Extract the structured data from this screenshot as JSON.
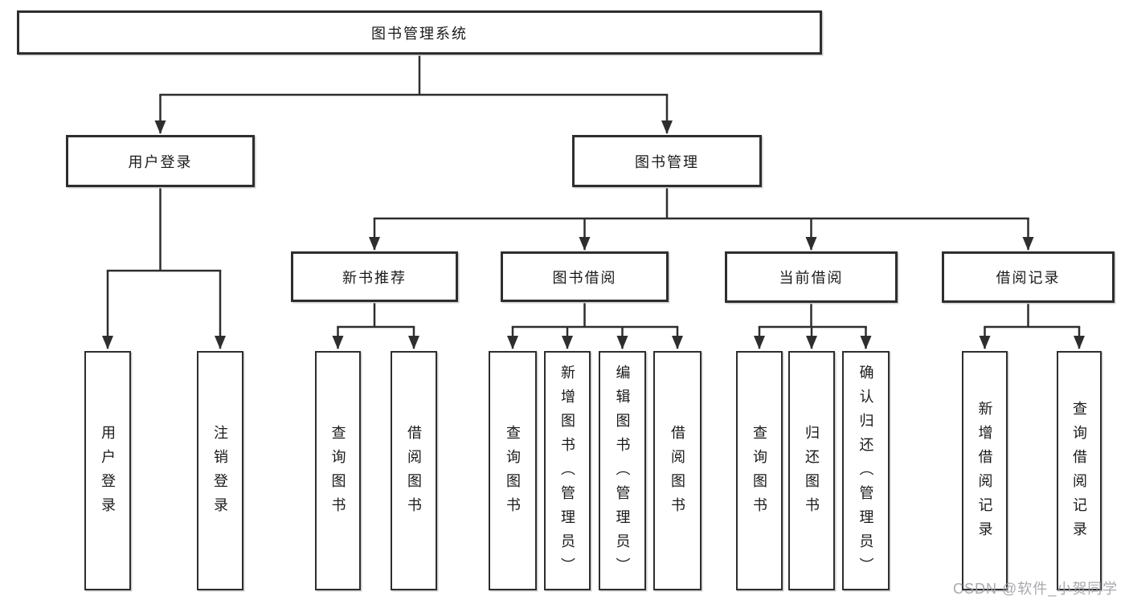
{
  "tree": {
    "label": "图书管理系统",
    "children": [
      {
        "label": "用户登录",
        "children": [
          {
            "label": "用户登录"
          },
          {
            "label": "注销登录"
          }
        ]
      },
      {
        "label": "图书管理",
        "children": [
          {
            "label": "新书推荐",
            "children": [
              {
                "label": "查询图书"
              },
              {
                "label": "借阅图书"
              }
            ]
          },
          {
            "label": "图书借阅",
            "children": [
              {
                "label": "查询图书"
              },
              {
                "label": "新增图书（管理员）"
              },
              {
                "label": "编辑图书（管理员）"
              },
              {
                "label": "借阅图书"
              }
            ]
          },
          {
            "label": "当前借阅",
            "children": [
              {
                "label": "查询图书"
              },
              {
                "label": "归还图书"
              },
              {
                "label": "确认归还（管理员）"
              }
            ]
          },
          {
            "label": "借阅记录",
            "children": [
              {
                "label": "新增借阅记录"
              },
              {
                "label": "查询借阅记录"
              }
            ]
          }
        ]
      }
    ]
  },
  "watermark": {
    "text": "CSDN @软件_小贺同学"
  },
  "colors": {
    "line": "#2e2e2e",
    "box_border": "#2e2e2e",
    "text": "#1a1a1a",
    "background": "#ffffff",
    "watermark": "#9ea0a6"
  }
}
